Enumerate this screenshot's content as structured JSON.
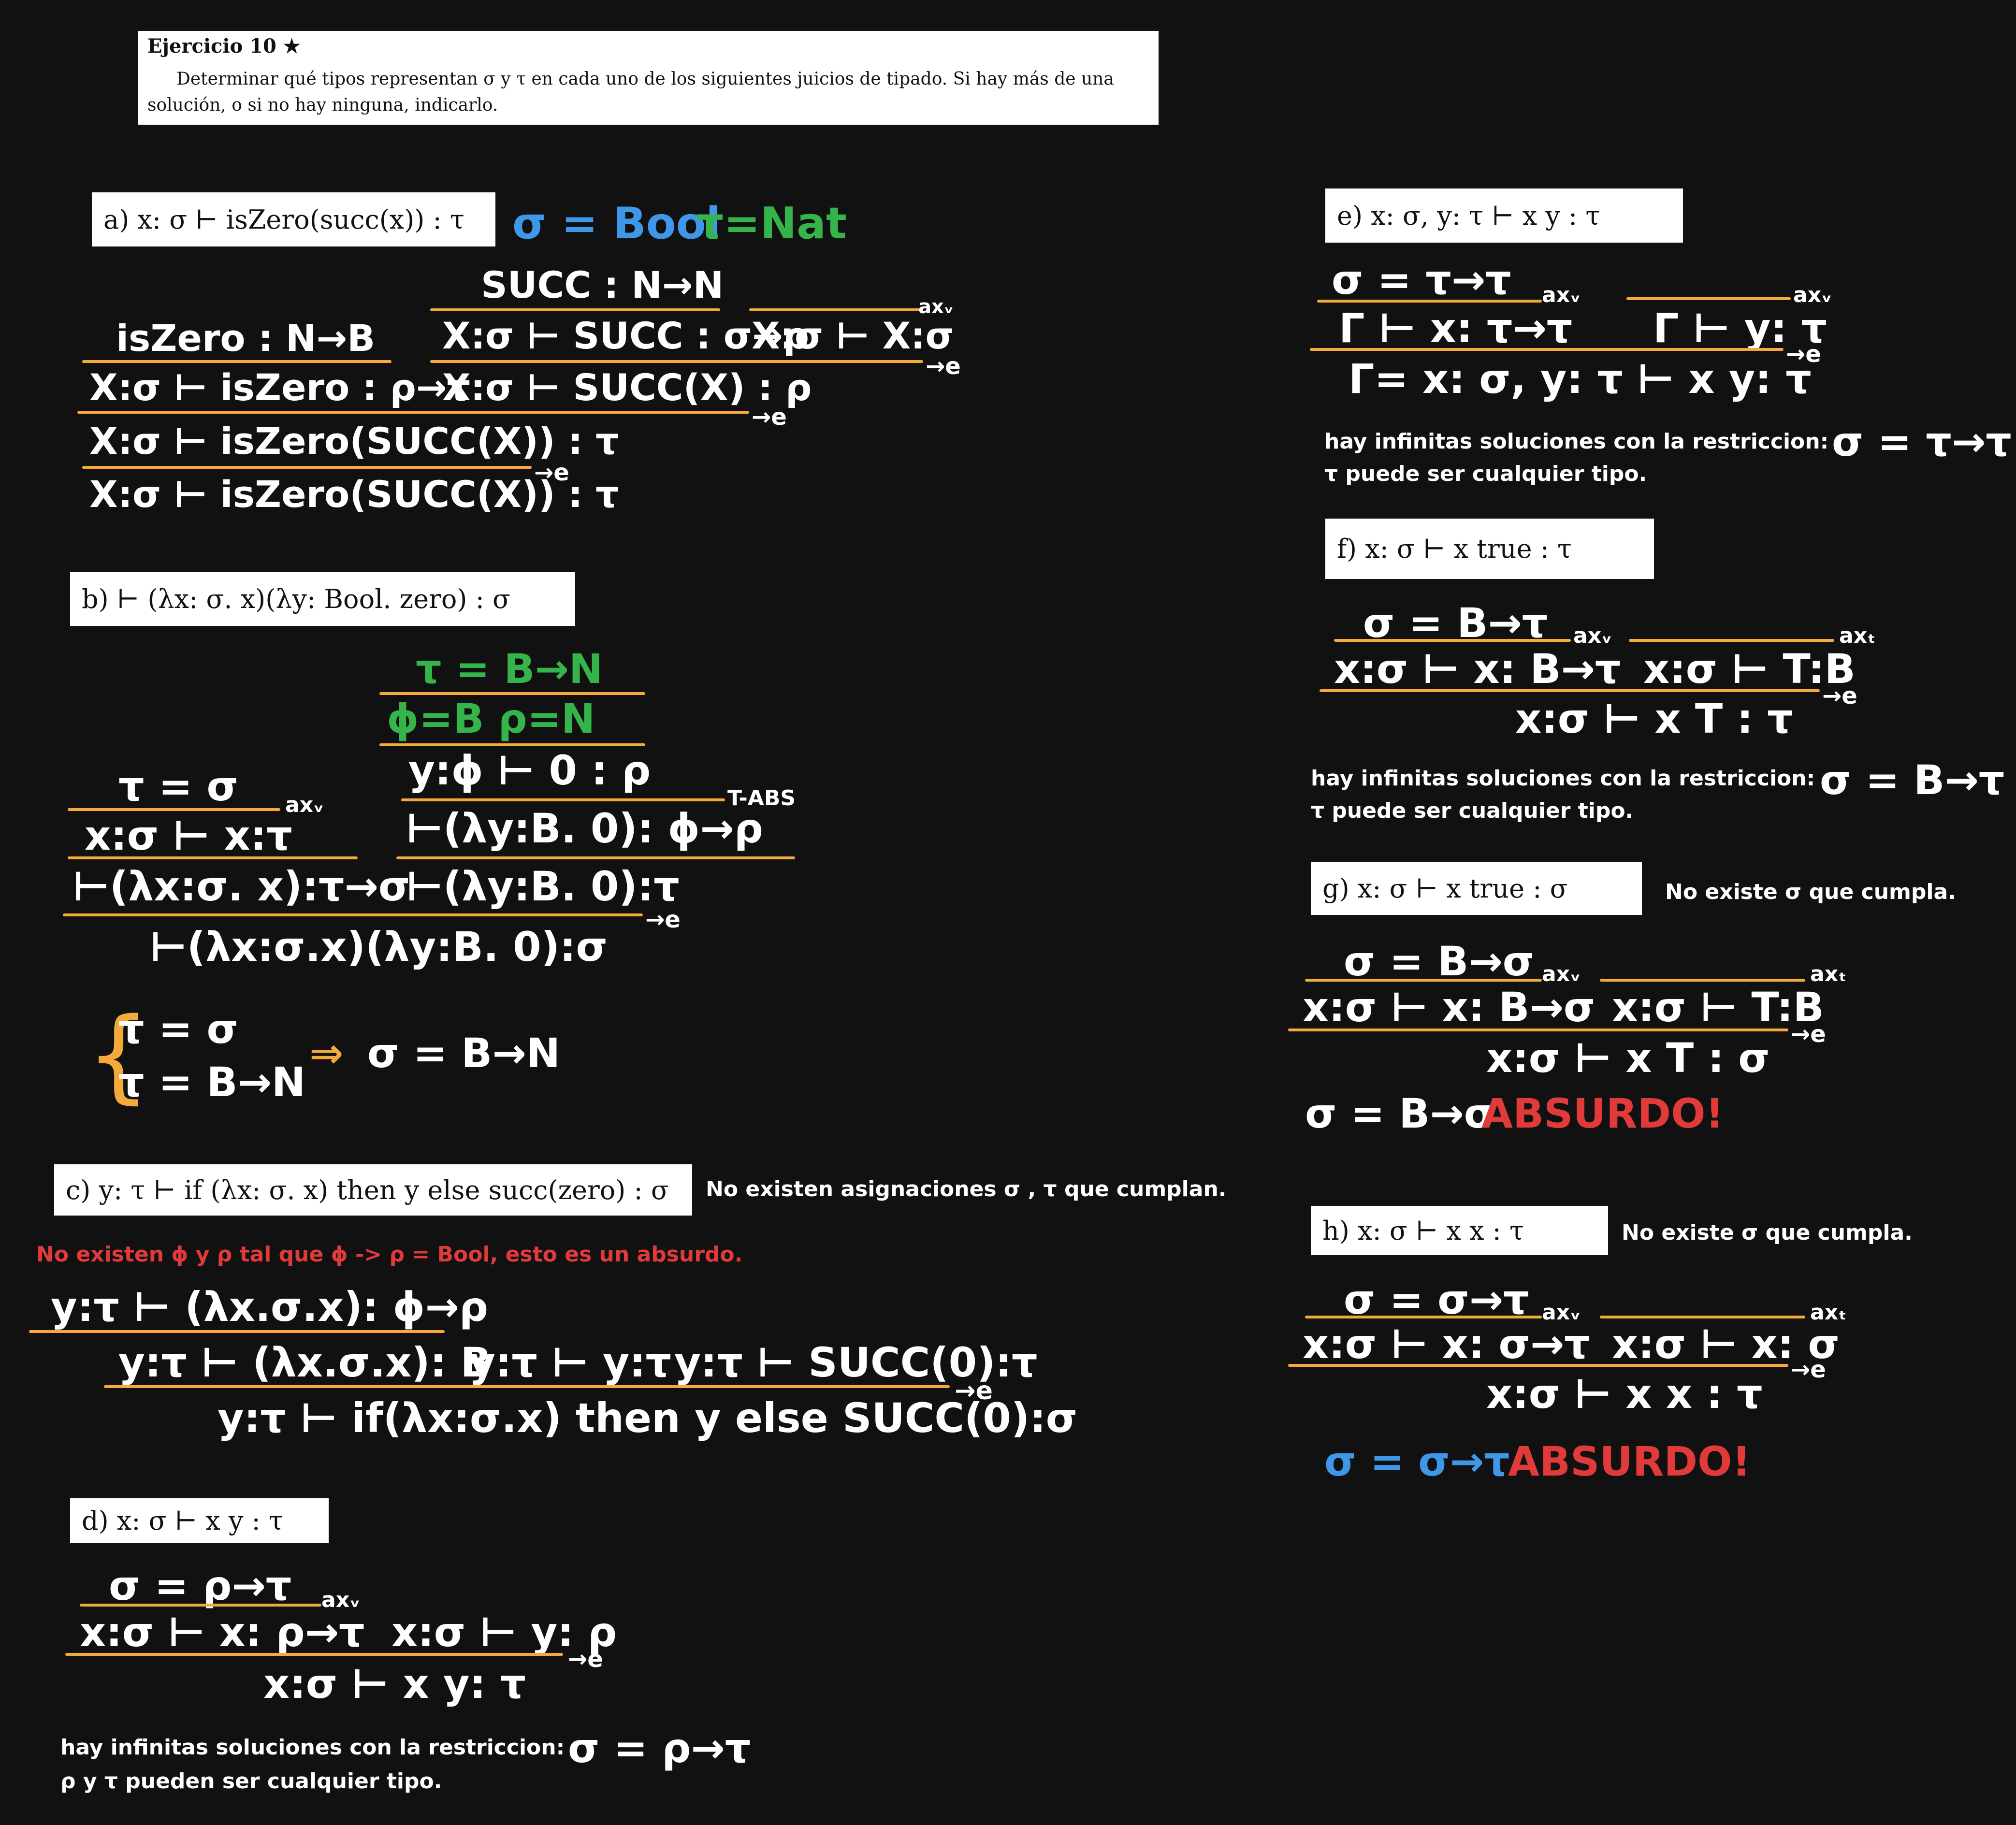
{
  "header": {
    "title": "Ejercicio 10 ★",
    "description": "Determinar qué tipos representan σ y τ en cada uno de los siguientes juicios de tipado. Si hay más de una solución, o si no hay ninguna, indicarlo."
  },
  "items": {
    "a": {
      "label": "a) x: σ ⊢ isZero(succ(x)) : τ",
      "sigma_ans": "σ = Bool",
      "tau_ans": "τ=Nat",
      "rows": [
        "SUCC : N→N",
        "isZero : N→B",
        "X:σ ⊢ SUCC : σ→ρ",
        "X:σ ⊢ X:σ",
        "X:σ ⊢ isZero : ρ→τ",
        "X:σ ⊢ SUCC(X) : ρ",
        "X:σ ⊢ isZero(SUCC(X)) : τ",
        "X:σ ⊢ isZero(SUCC(X)) : τ"
      ],
      "rules": [
        "axᵥ",
        "→e",
        "→e",
        "→e"
      ]
    },
    "b": {
      "label": "b) ⊢ (λx: σ. x)(λy: Bool. zero) : σ",
      "rows": [
        "τ = B→N",
        "ϕ=B   ρ=N",
        "y:ϕ ⊢ 0 : ρ",
        "τ = σ",
        "x:σ ⊢ x:τ",
        "⊢(λy:B. 0): ϕ→ρ",
        "⊢(λx:σ. x):τ→σ",
        "⊢(λy:B. 0):τ",
        "⊢(λx:σ.x)(λy:B. 0):σ"
      ],
      "rules": [
        "axᵥ",
        "T-ABS",
        "→e"
      ],
      "system": [
        "τ = σ",
        "τ = B→N"
      ],
      "implies": "⇒",
      "conclusion": "σ = B→N"
    },
    "c": {
      "label": "c) y: τ ⊢ if (λx: σ. x) then y else succ(zero) : σ",
      "side_note": "No existen asignaciones σ , τ que cumplan.",
      "red_note": "No existen ϕ y ρ tal que ϕ -> ρ = Bool, esto es un absurdo.",
      "rows": [
        "y:τ ⊢ (λx.σ.x): ϕ→ρ",
        "y:τ ⊢ (λx.σ.x): B",
        "y:τ ⊢ y:τ",
        "y:τ ⊢ SUCC(0):τ",
        "y:τ ⊢ if(λx:σ.x) then y else SUCC(0):σ"
      ],
      "rules": [
        "→e"
      ]
    },
    "d": {
      "label": "d) x: σ ⊢ x y : τ",
      "rows": [
        "σ = ρ→τ",
        "x:σ ⊢ x: ρ→τ",
        "x:σ ⊢ y: ρ",
        "x:σ ⊢ x y: τ"
      ],
      "rules": [
        "axᵥ",
        "→e"
      ],
      "note1": "hay infinitas soluciones con la restriccion:",
      "note1_formula": "σ = ρ→τ",
      "note2": "ρ y τ pueden ser cualquier tipo."
    },
    "e": {
      "label": "e) x: σ, y: τ ⊢ x y : τ",
      "rows": [
        "σ = τ→τ",
        "Γ ⊢ x: τ→τ",
        "Γ ⊢ y: τ",
        "Γ= x: σ, y: τ ⊢ x y: τ"
      ],
      "rules": [
        "axᵥ",
        "axᵥ",
        "→e"
      ],
      "note1": "hay infinitas soluciones con la restriccion:",
      "note1_formula": "σ = τ→τ",
      "note2": "τ puede ser cualquier tipo."
    },
    "f": {
      "label": "f) x: σ ⊢ x true : τ",
      "rows": [
        "σ = B→τ",
        "x:σ ⊢ x: B→τ",
        "x:σ ⊢ T:B",
        "x:σ ⊢ x T : τ"
      ],
      "rules": [
        "axᵥ",
        "axₜ",
        "→e"
      ],
      "note1": "hay infinitas soluciones con la restriccion:",
      "note1_formula": "σ = B→τ",
      "note2": "τ puede ser cualquier tipo."
    },
    "g": {
      "label": "g) x: σ ⊢ x true : σ",
      "side_note": "No existe σ que cumpla.",
      "rows": [
        "σ = B→σ",
        "x:σ ⊢ x: B→σ",
        "x:σ ⊢ T:B",
        "x:σ ⊢ x T : σ"
      ],
      "rules": [
        "axᵥ",
        "axₜ",
        "→e"
      ],
      "result": "σ = B→σ",
      "absurdo": "ABSURDO!"
    },
    "h": {
      "label": "h) x: σ ⊢ x x : τ",
      "side_note": "No existe σ que cumpla.",
      "rows": [
        "σ = σ→τ",
        "x:σ ⊢ x: σ→τ",
        "x:σ ⊢ x: σ",
        "x:σ ⊢ x x : τ"
      ],
      "rules": [
        "axᵥ",
        "axₜ",
        "→e"
      ],
      "result": "σ = σ→τ",
      "absurdo": "ABSURDO!"
    }
  },
  "colors": {
    "background": "#111111",
    "line": "#f4a93b",
    "sigma": "#3f97e8",
    "tau": "#34b44a",
    "turnstile": "#f4a93b",
    "error": "#e03a3a",
    "true_const": "#f26a1b"
  }
}
